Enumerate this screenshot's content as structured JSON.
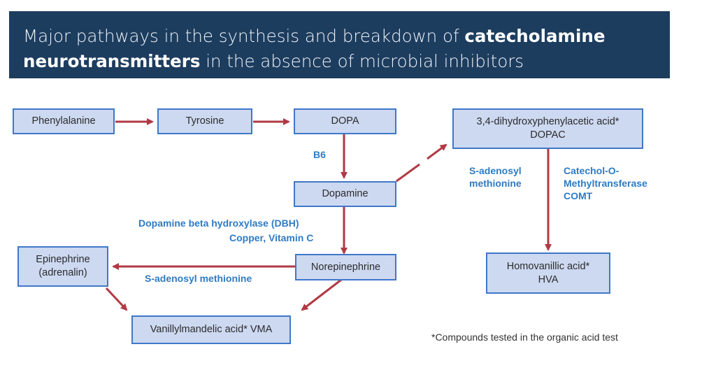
{
  "title": {
    "line1_prefix": "Major pathways in the synthesis and breakdown of ",
    "line1_bold": "catecholamine",
    "line2_bold": "neurotransmitters",
    "line2_suffix": " in the absence of microbial inhibitors"
  },
  "nodes": {
    "phenylalanine": "Phenylalanine",
    "tyrosine": "Tyrosine",
    "dopa": "DOPA",
    "dopamine": "Dopamine",
    "norepinephrine": "Norepinephrine",
    "epinephrine_line1": "Epinephrine",
    "epinephrine_line2": "(adrenalin)",
    "vma": "Vanillylmandelic acid* VMA",
    "dopac_line1": "3,4-dihydroxyphenylacetic acid*",
    "dopac_line2": "DOPAC",
    "hva_line1": "Homovanillic acid*",
    "hva_line2": "HVA"
  },
  "labels": {
    "b6": "B6",
    "dbh": "Dopamine beta hydroxylase (DBH)",
    "copper": "Copper, Vitamin C",
    "sam_epi": "S-adenosyl methionine",
    "sam_hva_line1": "S-adenosyl",
    "sam_hva_line2": "methionine",
    "comt_line1": "Catechol-O-",
    "comt_line2": "Methyltransferase",
    "comt_line3": "COMT"
  },
  "footnote": "*Compounds tested in the organic acid test",
  "colors": {
    "banner": "#1d3d5f",
    "node_fill": "#cdd9f1",
    "node_border": "#3f78c8",
    "arrow": "#b03a44",
    "label": "#2e7bc4"
  }
}
